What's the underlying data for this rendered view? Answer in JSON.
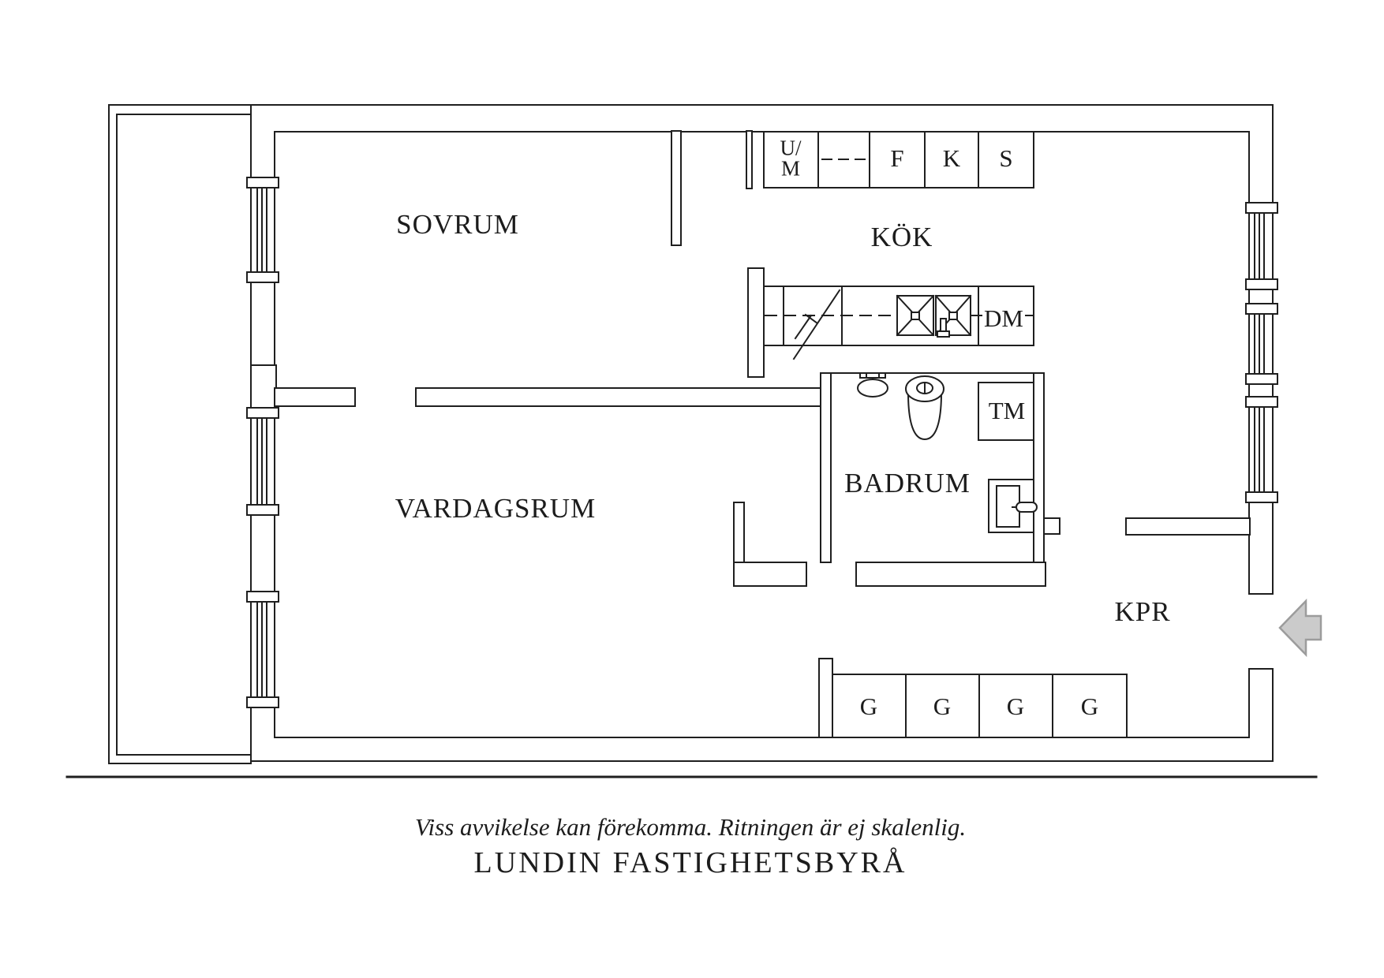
{
  "floorplan": {
    "rooms": {
      "sovrum": "SOVRUM",
      "kok": "KÖK",
      "vardagsrum": "VARDAGSRUM",
      "badrum": "BADRUM",
      "kpr": "KPR"
    },
    "cabinets": {
      "um_line1": "U/",
      "um_line2": "M",
      "f": "F",
      "k": "K",
      "s": "S"
    },
    "appliances": {
      "dishwasher": "DM",
      "washing_machine": "TM"
    },
    "wardrobes": [
      "G",
      "G",
      "G",
      "G"
    ],
    "footer": {
      "disclaimer": "Viss avvikelse kan förekomma. Ritningen är ej skalenlig.",
      "brand": "LUNDIN FASTIGHETSBYRÅ"
    },
    "icons": {
      "entrance_arrow": "left-block-arrow",
      "window": "double-line-window",
      "stove": "diagonal-stove-symbol",
      "sink": "crossed-box-sink",
      "toilet": "toilet-plan-symbol",
      "washbasin": "oval-basin",
      "shower": "shower-cabinet"
    },
    "colors": {
      "line": "#1f1f1f",
      "arrow_fill": "#cbcbcb",
      "arrow_stroke": "#9c9c9c"
    }
  }
}
